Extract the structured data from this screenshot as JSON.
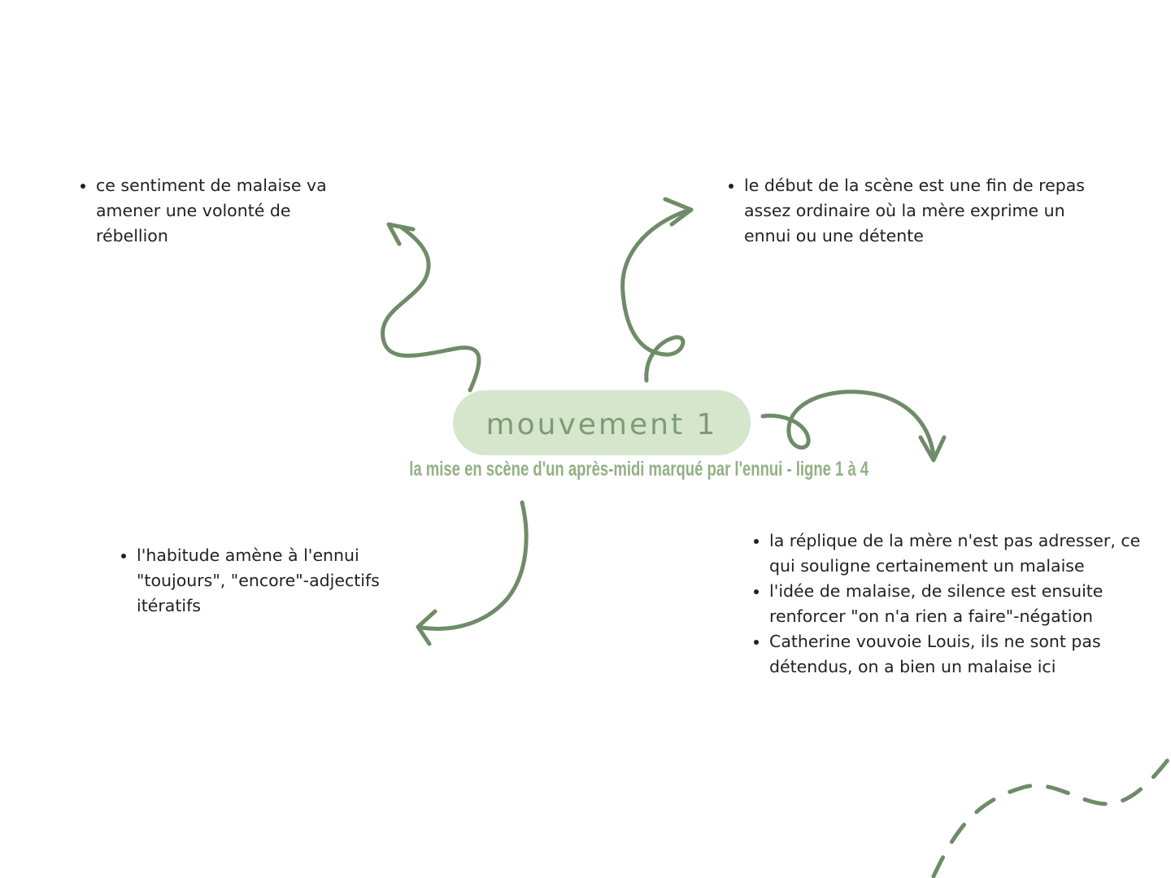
{
  "colors": {
    "arrow": "#6f8c68",
    "pill": "#d5e6cc",
    "title_text": "#7e9a77",
    "subtitle_text": "#93b184",
    "body_text": "#222222"
  },
  "center": {
    "title": "mouvement 1",
    "subtitle": "la mise en scène d'un après-midi marqué par l'ennui - ligne 1 à 4"
  },
  "notes": {
    "top_left": [
      "ce sentiment de malaise va amener une volonté de rébellion"
    ],
    "top_right": [
      "le début de la scène est une fin de repas assez ordinaire où la mère exprime un ennui ou une détente"
    ],
    "bottom_left": [
      "l'habitude amène à l'ennui \"toujours\", \"encore\"-adjectifs itératifs"
    ],
    "bottom_right": [
      "la réplique de la mère n'est pas adresser, ce qui souligne certainement un malaise",
      "l'idée de malaise, de silence est ensuite renforcer \"on n'a rien a faire\"-négation",
      "Catherine vouvoie Louis, ils ne sont pas détendus, on a bien un malaise ici"
    ]
  }
}
